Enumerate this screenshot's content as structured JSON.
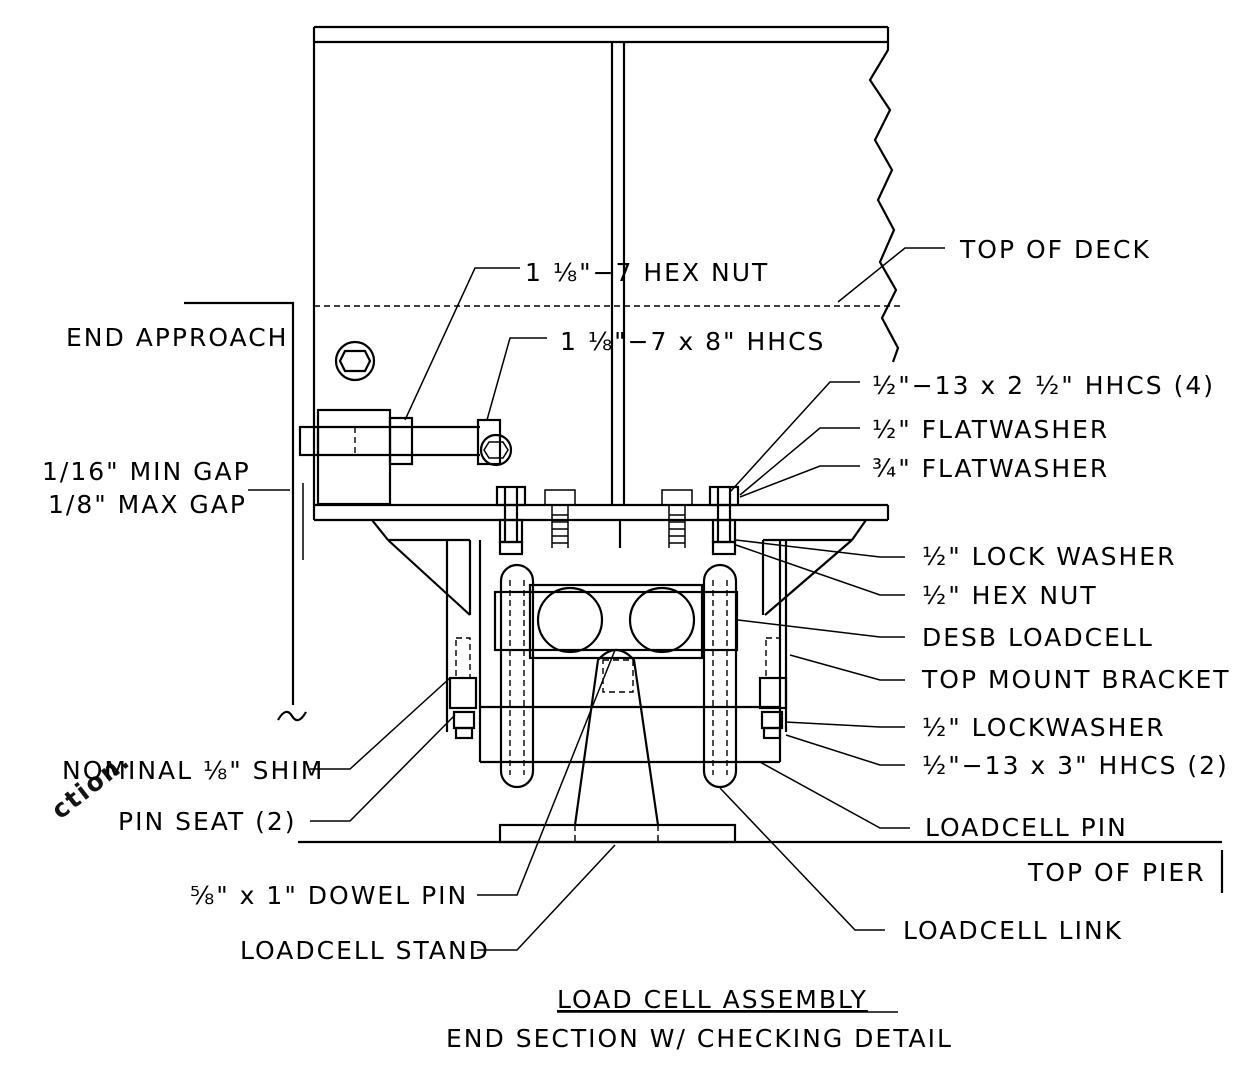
{
  "labels": {
    "hex_nut": "1 ⅛\"−7 HEX NUT",
    "hhcs_8": "1 ⅛\"−7 x 8\" HHCS",
    "top_of_deck": "TOP OF DECK",
    "end_approach": "END APPROACH",
    "hhcs_half_4": "½\"−13 x 2 ½\" HHCS (4)",
    "flatwasher_half": "½\" FLATWASHER",
    "flatwasher_3q": "¾\" FLATWASHER",
    "min_gap": "1/16\" MIN GAP",
    "max_gap": "1/8\" MAX GAP",
    "lock_washer": "½\" LOCK WASHER",
    "hex_nut_half": "½\" HEX NUT",
    "desb_loadcell": "DESB LOADCELL",
    "top_mount_bracket": "TOP MOUNT BRACKET",
    "lockwasher": "½\" LOCKWASHER",
    "hhcs_half_2": "½\"−13 x 3\" HHCS (2)",
    "nominal_shim": "NOMINAL ⅛\" SHIM",
    "pin_seat": "PIN SEAT (2)",
    "loadcell_pin": "LOADCELL PIN",
    "top_of_pier": "TOP OF PIER",
    "dowel_pin": "⅝\" x 1\" DOWEL PIN",
    "loadcell_link": "LOADCELL LINK",
    "loadcell_stand": "LOADCELL STAND",
    "title": "LOAD CELL ASSEMBLY",
    "subtitle": "END SECTION W/ CHECKING DETAIL"
  },
  "watermark": {
    "text": "ction.",
    "color": "#f03c3c"
  }
}
